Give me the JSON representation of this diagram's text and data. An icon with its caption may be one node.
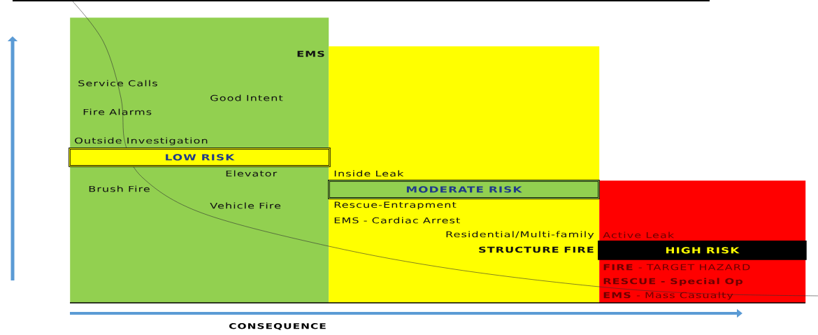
{
  "diagram": {
    "nodes": [
      {
        "text": [
          "EMS",
          "Service Calls",
          "Good Intent",
          "Fire Alarms",
          "Outside Investigation",
          "Elevator",
          "Brush Fire",
          "Vehicle Fire"
        ]
      },
      {
        "text": [
          "Inside Leak",
          "Rescue-Entrapment",
          "EMS - Cardiac Arrest",
          "Residential/Multi-family",
          "STRUCTURE FIRE"
        ]
      },
      {
        "text": [
          "Active Leak",
          "**FIRE** - TARGET HAZARD",
          "RESCUE - Special Op",
          "**EMS** - Mass Casualty"
        ]
      },
      {
        "text": [
          "LOW RISK"
        ],
        "in": 0
      },
      {
        "text": [
          "MODERATE RISK"
        ],
        "in": 1
      },
      {
        "text": [
          "HIGH RISK"
        ],
        "in": 2
      }
    ],
    "labels": [
      "CONSEQUENCE"
    ]
  }
}
